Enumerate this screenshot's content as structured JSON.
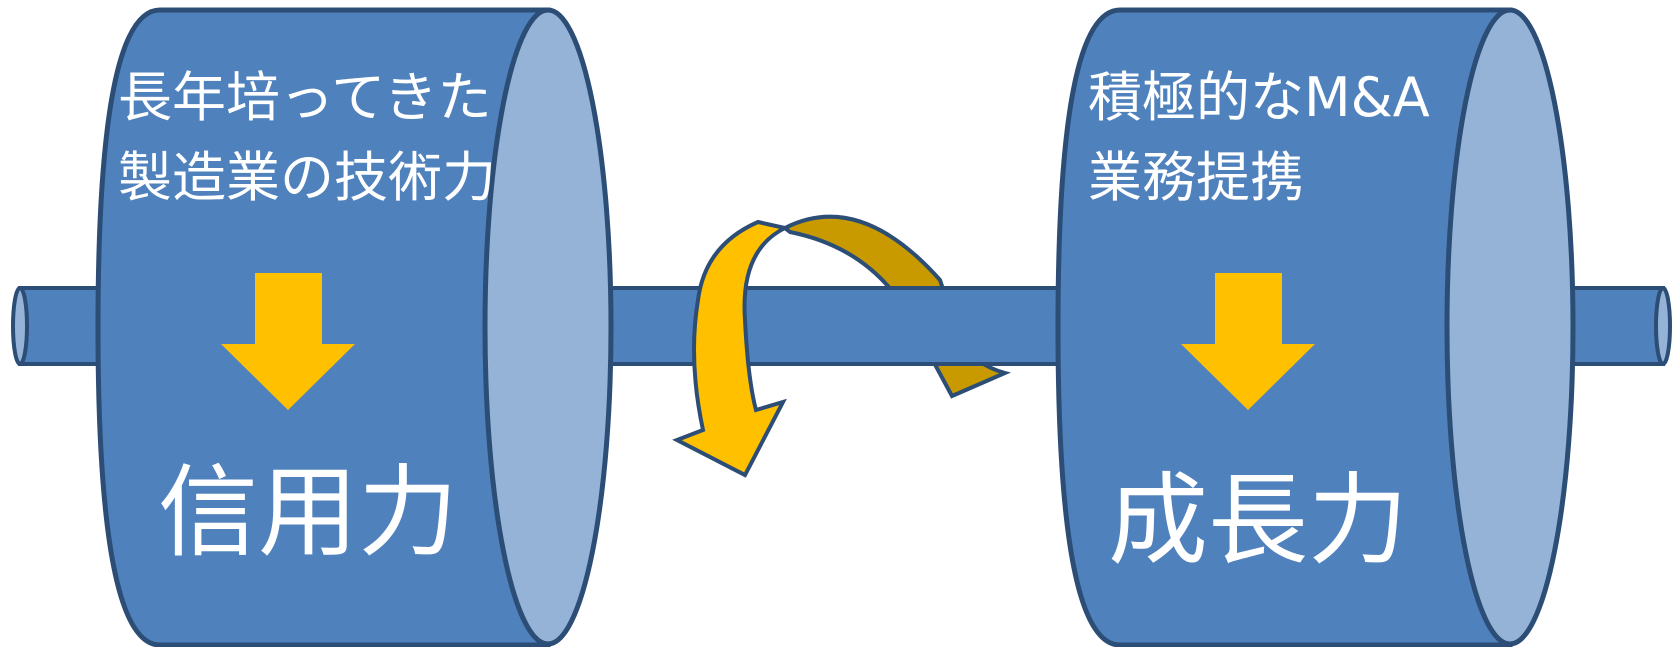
{
  "colors": {
    "cylinder_body": "#4F81BD",
    "cylinder_face": "#95B3D7",
    "outline": "#2C4D75",
    "arrow": "#FFC000",
    "arrow_dark": "#C89A00",
    "text": "#FFFFFF"
  },
  "left_wheel": {
    "line1": "長年培ってきた",
    "line2": "製造業の技術力",
    "result": "信用力"
  },
  "right_wheel": {
    "line1": "積極的なM&A",
    "line2": "業務提携",
    "result": "成長力"
  },
  "icons": {
    "left_down_arrow": "down-arrow-icon",
    "right_down_arrow": "down-arrow-icon",
    "rotation_arrow": "curved-rotation-arrow-icon"
  }
}
